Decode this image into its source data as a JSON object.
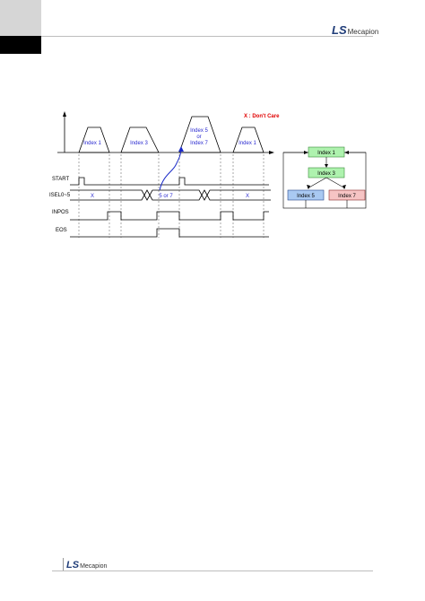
{
  "brand": {
    "logo": "LS",
    "name": "Mecapion"
  },
  "legend": {
    "dont_care": "X : Don't Care"
  },
  "profiles": [
    "Index 1",
    "Index 3",
    "Index 5\nor\nIndex 7",
    "Index 1"
  ],
  "signals": {
    "start": "START",
    "isel": "ISEL0~5",
    "inpos": "INPOS",
    "eos": "EOS"
  },
  "isel_values": {
    "first": "X",
    "middle": "5 or 7",
    "last": "X"
  },
  "flow": {
    "node1": "Index 1",
    "node3": "Index 3",
    "node5": "Index 5",
    "node7": "Index 7"
  },
  "colors": {
    "text_blue": "#2a2ad0",
    "red": "#e00000",
    "green_box": "#aef2ae",
    "blue_box": "#a9c9f2",
    "pink_box": "#f6c4c4"
  }
}
